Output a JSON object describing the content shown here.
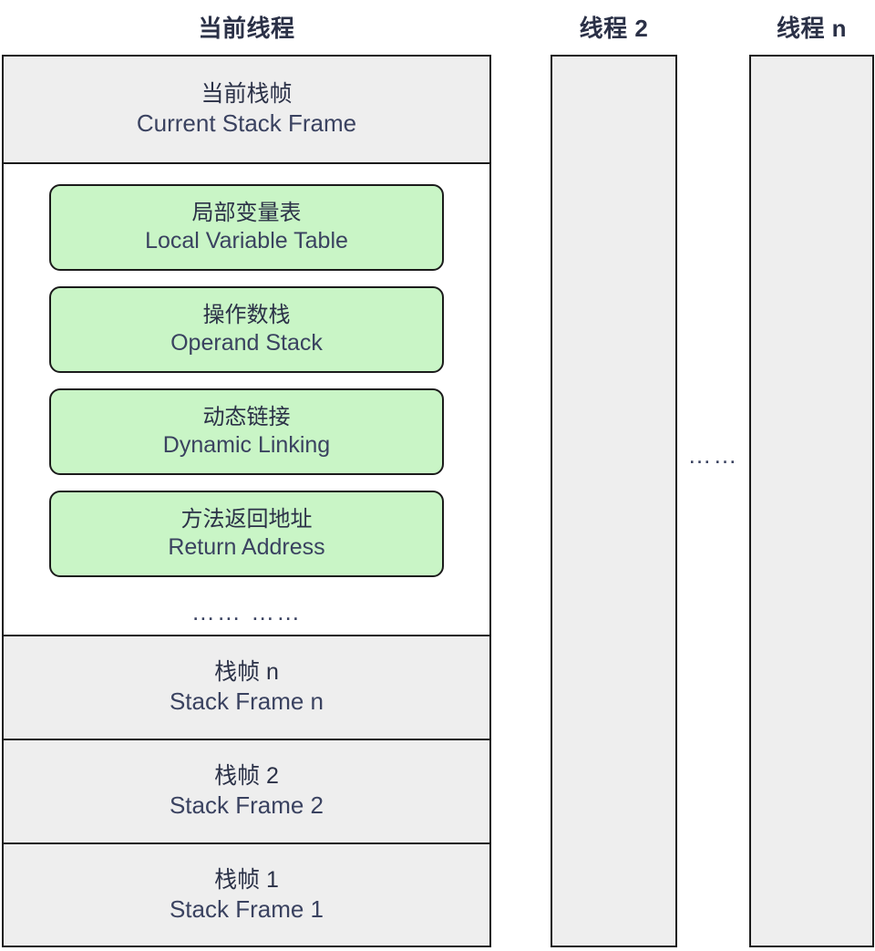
{
  "columns": {
    "current_thread_title": "当前线程",
    "thread2_title": "线程 2",
    "threadn_title": "线程 n"
  },
  "current_thread_stack": {
    "current_frame": {
      "cn": "当前栈帧",
      "en": "Current Stack Frame"
    },
    "frame_details": [
      {
        "cn": "局部变量表",
        "en": "Local Variable Table"
      },
      {
        "cn": "操作数栈",
        "en": "Operand Stack"
      },
      {
        "cn": "动态链接",
        "en": "Dynamic Linking"
      },
      {
        "cn": "方法返回地址",
        "en": "Return Address"
      }
    ],
    "detail_ellipsis": "…… ……",
    "frames": [
      {
        "cn": "栈帧 n",
        "en": "Stack Frame n"
      },
      {
        "cn": "栈帧 2",
        "en": "Stack Frame 2"
      },
      {
        "cn": "栈帧 1",
        "en": "Stack Frame 1"
      }
    ]
  },
  "threads_ellipsis": "……",
  "colors": {
    "detail_box_fill": "#c9f5c6",
    "frame_band_fill": "#eeeeee",
    "stroke": "#1b1b1b",
    "text": "#2b3147",
    "text_en": "#3a4260",
    "background": "#ffffff"
  }
}
